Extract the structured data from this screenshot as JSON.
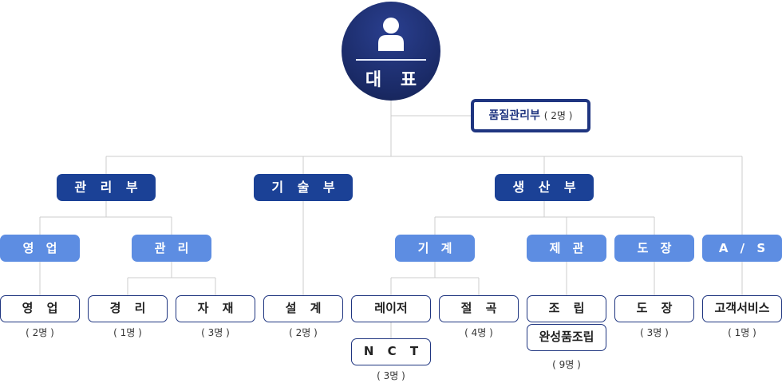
{
  "ceo": {
    "label": "대 표"
  },
  "qa": {
    "label": "품질관리부",
    "count": "( 2명 )"
  },
  "departments": {
    "management": "관 리 부",
    "technical": "기 술 부",
    "production": "생 산 부"
  },
  "teams": {
    "sales": "영 업",
    "admin": "관 리",
    "machine": "기 계",
    "production_mgmt": "제 관",
    "painting": "도 장",
    "as": "A / S"
  },
  "units": {
    "sales": {
      "label": "영 업",
      "count": "( 2명 )"
    },
    "accounting": {
      "label": "경 리",
      "count": "( 1명 )"
    },
    "materials": {
      "label": "자 재",
      "count": "( 3명 )"
    },
    "design": {
      "label": "설 계",
      "count": "( 2명 )"
    },
    "laser": {
      "label": "레이저"
    },
    "nct": {
      "label": "N C T",
      "count": "( 3명 )"
    },
    "cutting": {
      "label": "절 곡",
      "count": "( 4명 )"
    },
    "assembly": {
      "label": "조 립"
    },
    "finished_assembly": {
      "label": "완성품조립",
      "count": "( 9명 )"
    },
    "painting": {
      "label": "도 장",
      "count": "( 3명 )"
    },
    "customer_service": {
      "label": "고객서비스",
      "count": "( 1명 )"
    }
  },
  "colors": {
    "dept": "#1b4196",
    "team": "#5d8de2",
    "ceo": "#1a2a66",
    "line": "#cccccc"
  }
}
